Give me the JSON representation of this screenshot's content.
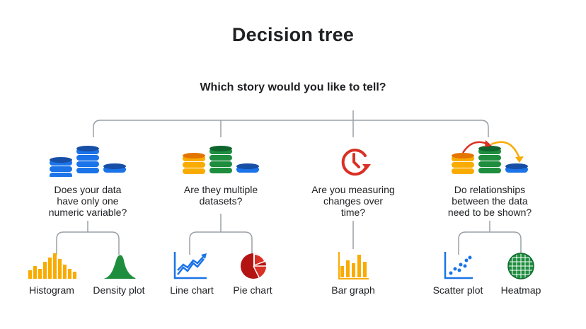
{
  "title": "Decision tree",
  "root_question": "Which story would you like to tell?",
  "colors": {
    "blue": "#1a73e8",
    "dark_blue": "#174ea6",
    "green": "#1e8e3e",
    "dark_green": "#0d652d",
    "orange": "#f9ab00",
    "dark_orange": "#e37400",
    "red": "#d93025",
    "line": "#9aa0a6"
  },
  "branches": [
    {
      "question_lines": [
        "Does your data",
        "have only one",
        "numeric variable?"
      ],
      "icon": "blue-stacked-coins-icon",
      "leaves": [
        {
          "label": "Histogram",
          "icon": "histogram-icon"
        },
        {
          "label": "Density plot",
          "icon": "density-plot-icon"
        }
      ]
    },
    {
      "question_lines": [
        "Are they multiple",
        "datasets?"
      ],
      "icon": "multicolor-stacked-coins-icon",
      "leaves": [
        {
          "label": "Line chart",
          "icon": "line-chart-icon"
        },
        {
          "label": "Pie chart",
          "icon": "pie-chart-icon"
        }
      ]
    },
    {
      "question_lines": [
        "Are you measuring",
        "changes over",
        "time?"
      ],
      "icon": "clock-icon",
      "leaves": [
        {
          "label": "Bar graph",
          "icon": "bar-graph-icon"
        }
      ]
    },
    {
      "question_lines": [
        "Do relationships",
        "between the data",
        "need to be shown?"
      ],
      "icon": "coins-with-arrows-icon",
      "leaves": [
        {
          "label": "Scatter plot",
          "icon": "scatter-plot-icon"
        },
        {
          "label": "Heatmap",
          "icon": "heatmap-icon"
        }
      ]
    }
  ]
}
